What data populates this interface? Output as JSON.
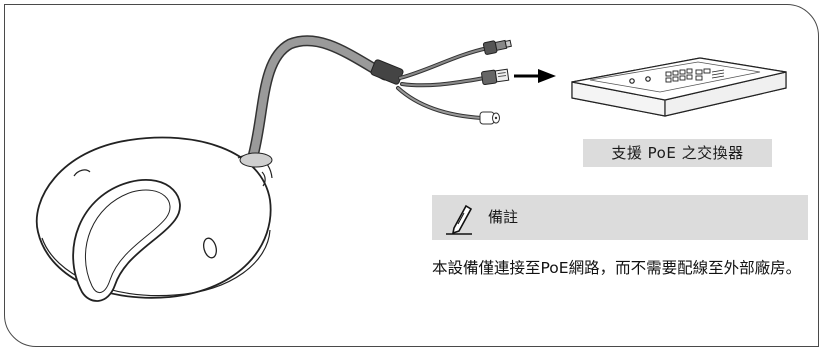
{
  "switch_caption": "支援 PoE 之交換器",
  "note": {
    "icon": "pencil-note-icon",
    "title": "備註",
    "text": "本設備僅連接至PoE網路，而不需要配線至外部廠房。"
  },
  "colors": {
    "border": "#4a4a4a",
    "caption_bg": "#dcdcdc",
    "camera_fill": "#ffffff",
    "cable": "#8a8a8a"
  }
}
